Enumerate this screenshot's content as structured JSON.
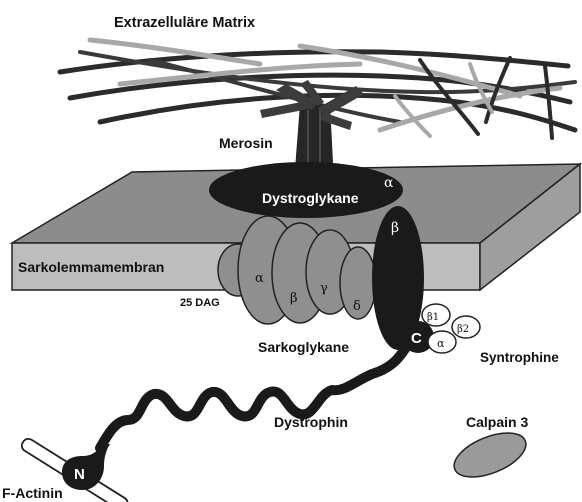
{
  "labels": {
    "ecm": "Extrazelluläre Matrix",
    "merosin": "Merosin",
    "dystroglykane": "Dystroglykane",
    "sarkolemma": "Sarkolemmamembran",
    "dag25": "25 DAG",
    "sarkoglykane": "Sarkoglykane",
    "syntrophine": "Syntrophine",
    "dystrophin": "Dystrophin",
    "calpain": "Calpain 3",
    "factinin": "F-Actinin"
  },
  "greek": {
    "dg_alpha": "α",
    "dg_beta": "β",
    "sg_alpha": "α",
    "sg_beta": "β",
    "sg_gamma": "γ",
    "sg_delta": "δ",
    "syn_b1": "β1",
    "syn_b2": "β2",
    "syn_alpha": "α"
  },
  "terminals": {
    "c": "C",
    "n": "N"
  },
  "colors": {
    "membrane_top": "#8c8c8c",
    "membrane_front": "#bdbdbd",
    "dark": "#1a1a1a",
    "sarcoglycan": "#8f8f8f",
    "calpain": "#9a9a9a"
  }
}
